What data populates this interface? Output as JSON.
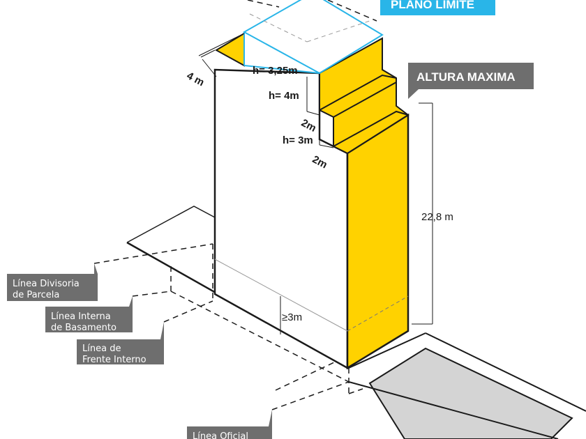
{
  "colors": {
    "yellow": "#ffd200",
    "cyan": "#29b5e8",
    "gray_tag": "#6e6e6e",
    "sidewalk": "#d4d4d4",
    "line": "#1a1a1a"
  },
  "tags": {
    "plano_limite": "PLANO LIMITE",
    "altura_maxima": "ALTURA MAXIMA"
  },
  "dimensions": {
    "top_width": "4 m",
    "h_top": "h= 3,25m",
    "h_mid": "h= 4m",
    "step_upper": "2m",
    "h_low": "h= 3m",
    "step_lower": "2m",
    "total_height": "22,8 m",
    "base_height": "≥3m"
  },
  "labels": {
    "divisoria": [
      "Línea Divisoria",
      "de Parcela"
    ],
    "interna": [
      "Línea Interna",
      "de Basamento"
    ],
    "frente": [
      "Línea de",
      "Frente Interno"
    ],
    "oficial": [
      "Línea Oficial"
    ]
  }
}
